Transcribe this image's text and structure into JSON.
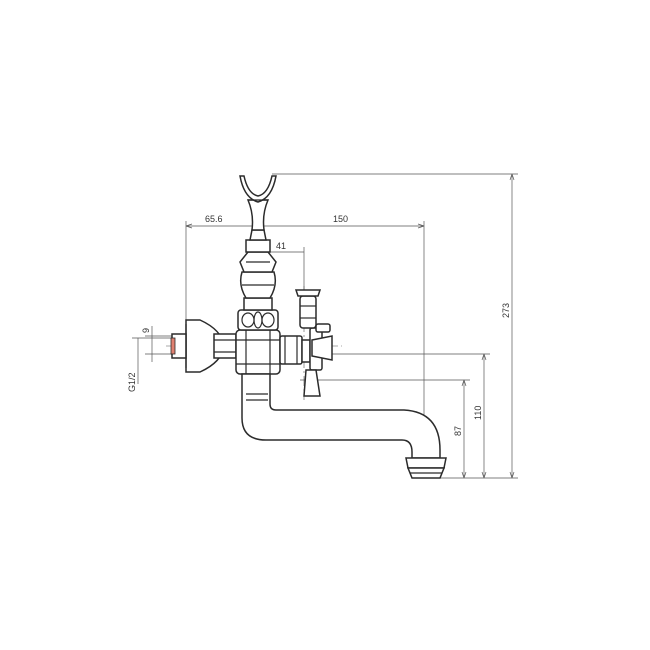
{
  "drawing": {
    "dimensions": {
      "flange_offset": "65.6",
      "spout_reach": "150",
      "handle_offset": "41",
      "total_height": "273",
      "inlet_height": "110",
      "spout_height": "87",
      "nut_size": "9",
      "thread": "G1/2"
    },
    "colors": {
      "line": "#2b2b2b",
      "dimension": "#555555",
      "inlet_seal": "#e08070"
    }
  }
}
